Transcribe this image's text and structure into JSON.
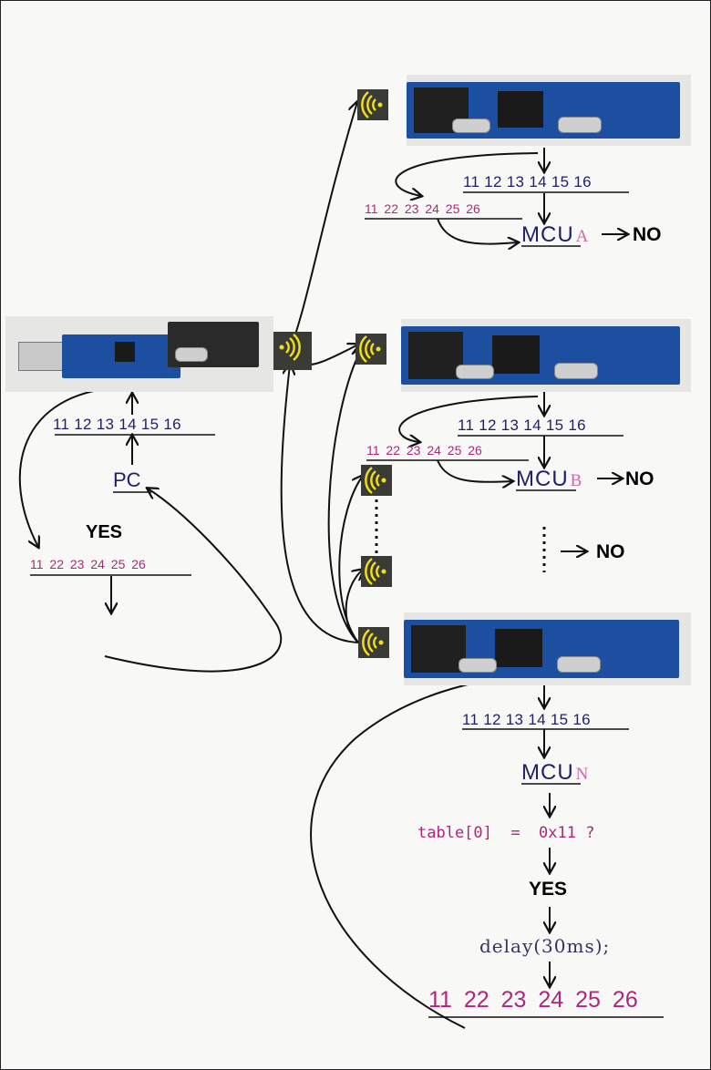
{
  "pc": {
    "label": "PC",
    "direction_bytes": "11 12 13 14 15 16",
    "result": "YES",
    "data_bytes": "11 22 23 24 25 26"
  },
  "module_a": {
    "direction_bytes": "11 12 13 14 15 16",
    "data_bytes": "11 22 23 24 25 26",
    "mcu_label": "MCU",
    "mcu_suffix": "A",
    "result": "NO"
  },
  "module_b": {
    "direction_bytes": "11 12 13 14 15 16",
    "data_bytes": "11 22 23 24 25 26",
    "mcu_label": "MCU",
    "mcu_suffix": "B",
    "result": "NO"
  },
  "ellipsis_result": "NO",
  "module_n": {
    "direction_bytes": "11 12 13 14 15 16",
    "mcu_label": "MCU",
    "mcu_suffix": "N",
    "check": "table[0]  =  0x11 ?",
    "result": "YES",
    "delay": "delay(30ms);",
    "data_bytes": "11 22 23 24 25 26"
  },
  "colors": {
    "direction_text": "#1f1f6b",
    "data_text": "#b0267a",
    "wifi_icon": "#f2e01a",
    "pcb": "#1d4fa0"
  }
}
